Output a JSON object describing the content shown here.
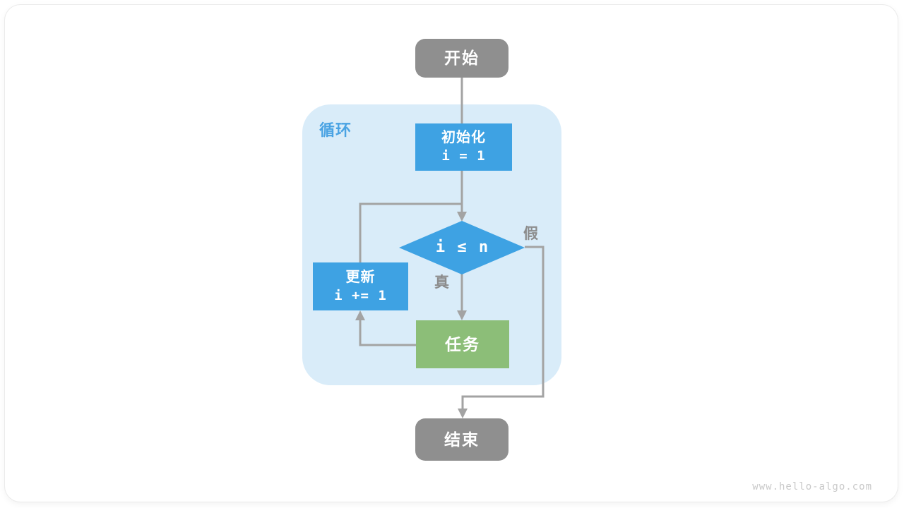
{
  "diagram": {
    "container": {
      "label": "循环"
    },
    "nodes": {
      "start": {
        "label": "开始"
      },
      "init": {
        "label": "初始化",
        "code": "i = 1"
      },
      "condition": {
        "label": "i ≤ n"
      },
      "update": {
        "label": "更新",
        "code": "i += 1"
      },
      "task": {
        "label": "任务"
      },
      "end": {
        "label": "结束"
      }
    },
    "edges": {
      "true_label": "真",
      "false_label": "假"
    }
  },
  "watermark": "www.hello-algo.com",
  "colors": {
    "node_blue": "#3EA2E3",
    "node_green": "#8CBE78",
    "node_gray": "#8F8F8F",
    "container_blue": "#D9ECF9",
    "accent_blue": "#4AA3E3",
    "arrow_gray": "#A3A3A3",
    "label_gray": "#8C8C8C",
    "watermark_gray": "#C9C9C9"
  }
}
